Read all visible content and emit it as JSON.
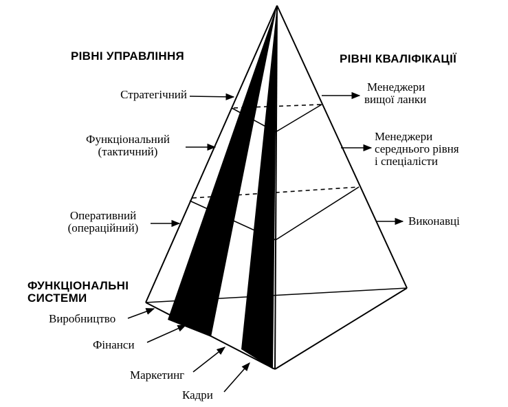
{
  "headings": {
    "management_levels": "РІВНІ УПРАВЛІННЯ",
    "qualification_levels": "РІВНІ КВАЛІФІКАЦІЇ",
    "functional_systems_line1": "ФУНКЦІОНАЛЬНІ",
    "functional_systems_line2": "СИСТЕМИ"
  },
  "management_levels": [
    {
      "line1": "Стратегічний",
      "line2": ""
    },
    {
      "line1": "Функціональний",
      "line2": "(тактичний)"
    },
    {
      "line1": "Оперативний",
      "line2": "(операційний)"
    }
  ],
  "qualification_levels": [
    {
      "line1": "Менеджери",
      "line2": "вищої ланки",
      "line3": ""
    },
    {
      "line1": "Менеджери",
      "line2": "середнього рівня",
      "line3": "і спеціалісти"
    },
    {
      "line1": "Виконавці",
      "line2": "",
      "line3": ""
    }
  ],
  "functional_systems": [
    "Виробництво",
    "Фінанси",
    "Маркетинг",
    "Кадри"
  ]
}
